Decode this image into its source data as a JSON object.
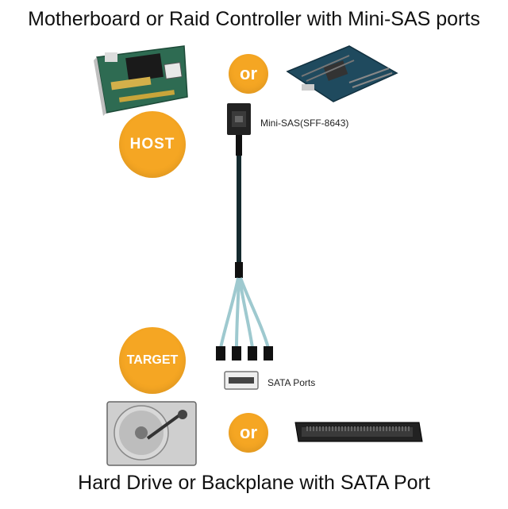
{
  "header": {
    "title": "Motherboard or Raid Controller with Mini-SAS ports"
  },
  "footer": {
    "title": "Hard Drive or Backplane with SATA Port"
  },
  "badges": {
    "host": "HOST",
    "target": "TARGET",
    "or_top": "or",
    "or_bottom": "or"
  },
  "labels": {
    "mini_sas": "Mini-SAS(SFF-8643)",
    "sata": "SATA Ports"
  },
  "colors": {
    "accent": "#f5a623",
    "cable": "#9ec9cf",
    "pcb": "#2e6b52"
  }
}
